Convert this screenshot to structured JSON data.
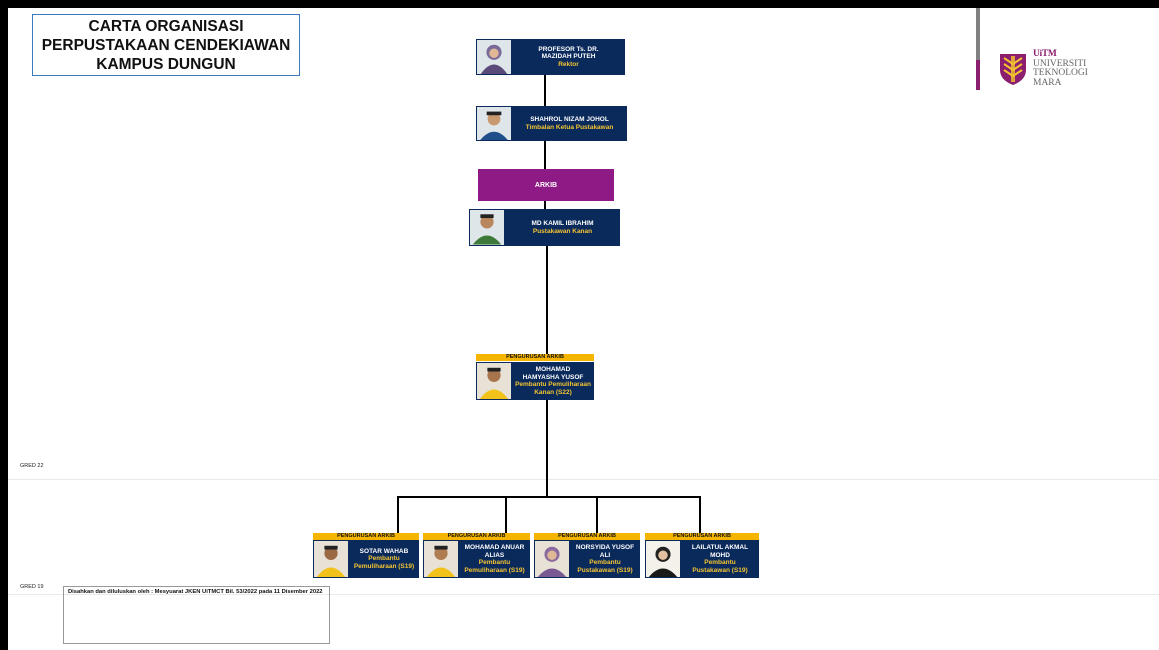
{
  "title": {
    "line1": "CARTA ORGANISASI",
    "line2": "PERPUSTAKAAN CENDEKIAWAN",
    "line3": "KAMPUS DUNGUN"
  },
  "logo": {
    "line1": "UiTM",
    "line2": "UNIVERSITI",
    "line3": "TEKNOLOGI",
    "line4": "MARA",
    "brand_color": "#8b1e6f",
    "icon": "uitm-crest-icon"
  },
  "colors": {
    "card_bg": "#0b2a5c",
    "role_text": "#f4c430",
    "section_header": "#f4b400",
    "arkib_box": "#8e1a86"
  },
  "nodes": {
    "rektor": {
      "name_1": "PROFESOR Ts. DR.",
      "name_2": "MAZIDAH PUTEH",
      "role": "Rektor"
    },
    "timbalan": {
      "name": "SHAHROL NIZAM JOHOL",
      "role": "Timbalan Ketua Pustakawan"
    },
    "arkib": {
      "label": "ARKIB"
    },
    "kanan": {
      "name": "MD KAMIL IBRAHIM",
      "role": "Pustakawan Kanan"
    },
    "s22": {
      "header": "PENGURUSAN ARKIB",
      "name_1": "MOHAMAD",
      "name_2": "HAMYASHA YUSOF",
      "role_1": "Pembantu Pemuliharaan",
      "role_2": "Kanan (S22)"
    },
    "staff": [
      {
        "header": "PENGURUSAN ARKIB",
        "name_1": "SOTAR WAHAB",
        "name_2": "",
        "role_1": "Pembantu",
        "role_2": "Pemuliharaan (S19)"
      },
      {
        "header": "PENGURUSAN ARKIB",
        "name_1": "MOHAMAD ANUAR",
        "name_2": "ALIAS",
        "role_1": "Pembantu",
        "role_2": "Pemuliharaan (S19)"
      },
      {
        "header": "PENGURUSAN ARKIB",
        "name_1": "NORSYIDA YUSOF",
        "name_2": "ALI",
        "role_1": "Pembantu",
        "role_2": "Pustakawan (S19)"
      },
      {
        "header": "PENGURUSAN ARKIB",
        "name_1": "LAILATUL AKMAL",
        "name_2": "MOHD",
        "role_1": "Pembantu",
        "role_2": "Pustakawan (S19)"
      }
    ]
  },
  "grades": {
    "g22": "GRED 22",
    "g19": "GRED 19"
  },
  "footer": {
    "text": "Disahkan dan diluluskan oleh : Mesyuarat JKEN UiTMCT Bil. 53/2022 pada 11 Disember 2022"
  }
}
